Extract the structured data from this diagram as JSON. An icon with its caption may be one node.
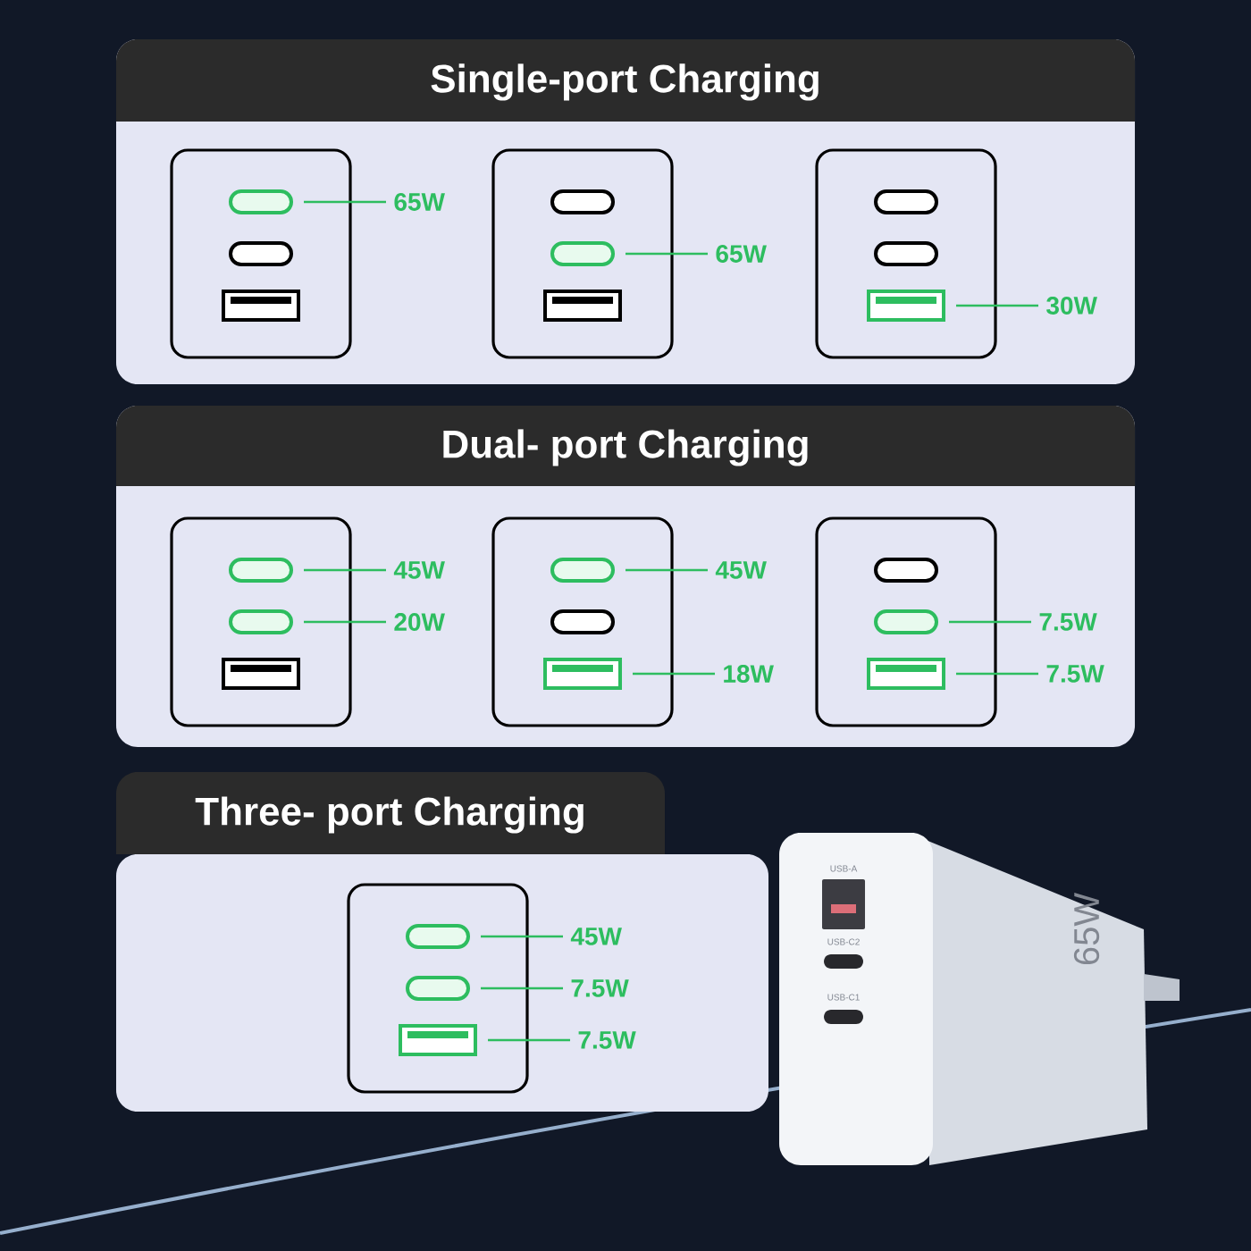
{
  "diagram": {
    "nodes": [
      {
        "text": [
          "Single-port Charging"
        ]
      },
      {
        "text": [],
        "shape": "box",
        "in": 0
      },
      {
        "text": [],
        "shape": "pill",
        "in": 1
      },
      {
        "text": [],
        "shape": "pill",
        "in": 1
      },
      {
        "text": [],
        "shape": "rectangle",
        "in": 1
      },
      {
        "text": [
          "65W"
        ],
        "in": 0
      },
      {
        "text": [],
        "shape": "box",
        "in": 0
      },
      {
        "text": [],
        "shape": "pill",
        "in": 6
      },
      {
        "text": [],
        "shape": "pill",
        "in": 6
      },
      {
        "text": [],
        "shape": "rectangle",
        "in": 6
      },
      {
        "text": [
          "65W"
        ],
        "in": 0
      },
      {
        "text": [],
        "shape": "box",
        "in": 0
      },
      {
        "text": [],
        "shape": "pill",
        "in": 11
      },
      {
        "text": [],
        "shape": "pill",
        "in": 11
      },
      {
        "text": [],
        "shape": "rectangle",
        "in": 11
      },
      {
        "text": [
          "30W"
        ],
        "in": 0
      },
      {
        "text": [
          "Dual- port Charging"
        ]
      },
      {
        "text": [],
        "shape": "box",
        "in": 16
      },
      {
        "text": [],
        "shape": "pill",
        "in": 17
      },
      {
        "text": [],
        "shape": "pill",
        "in": 17
      },
      {
        "text": [],
        "shape": "rectangle",
        "in": 17
      },
      {
        "text": [
          "45W"
        ],
        "in": 16
      },
      {
        "text": [
          "20W"
        ],
        "in": 16
      },
      {
        "text": [],
        "shape": "box",
        "in": 16
      },
      {
        "text": [],
        "shape": "pill",
        "in": 23
      },
      {
        "text": [],
        "shape": "pill",
        "in": 23
      },
      {
        "text": [],
        "shape": "rectangle",
        "in": 23
      },
      {
        "text": [
          "45W"
        ],
        "in": 16
      },
      {
        "text": [
          "18W"
        ],
        "in": 16
      },
      {
        "text": [],
        "shape": "box",
        "in": 16
      },
      {
        "text": [],
        "shape": "pill",
        "in": 29
      },
      {
        "text": [],
        "shape": "pill",
        "in": 29
      },
      {
        "text": [],
        "shape": "rectangle",
        "in": 29
      },
      {
        "text": [
          "7.5W"
        ],
        "in": 16
      },
      {
        "text": [
          "7.5W"
        ],
        "in": 16
      },
      {
        "text": [
          "Three- port Charging"
        ]
      },
      {
        "text": [],
        "shape": "box",
        "in": 35
      },
      {
        "text": [],
        "shape": "pill",
        "in": 36
      },
      {
        "text": [],
        "shape": "pill",
        "in": 36
      },
      {
        "text": [],
        "shape": "rectangle",
        "in": 36
      },
      {
        "text": [
          "45W"
        ],
        "in": 35
      },
      {
        "text": [
          "7.5W"
        ],
        "in": 35
      },
      {
        "text": [
          "7.5W"
        ],
        "in": 35
      }
    ],
    "edges": [
      {
        "from": 5,
        "to": 2,
        "arrow": "none"
      },
      {
        "from": 10,
        "to": 8,
        "arrow": "none"
      },
      {
        "from": 15,
        "to": 14,
        "arrow": "none"
      },
      {
        "from": 21,
        "to": 18,
        "arrow": "none"
      },
      {
        "from": 22,
        "to": 19,
        "arrow": "none"
      },
      {
        "from": 27,
        "to": 24,
        "arrow": "none"
      },
      {
        "from": 28,
        "to": 26,
        "arrow": "none"
      },
      {
        "from": 33,
        "to": 31,
        "arrow": "none"
      },
      {
        "from": 34,
        "to": 32,
        "arrow": "none"
      },
      {
        "from": 40,
        "to": 37,
        "arrow": "none"
      },
      {
        "from": 41,
        "to": 38,
        "arrow": "none"
      },
      {
        "from": 42,
        "to": 39,
        "arrow": "none"
      }
    ],
    "labels": [
      "USB-A",
      "USB-C2",
      "USB-C1",
      "65W"
    ]
  }
}
